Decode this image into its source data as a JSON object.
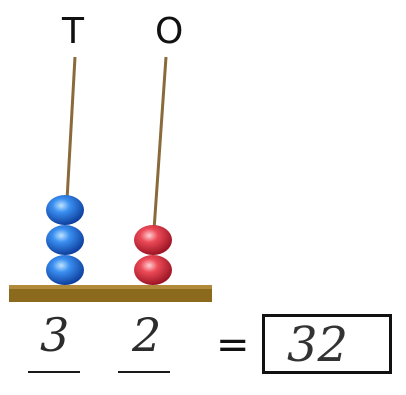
{
  "columns": {
    "tens": {
      "label": "T",
      "beads": 3,
      "bead_color": "#1e63d6"
    },
    "ones": {
      "label": "O",
      "beads": 2,
      "bead_color": "#e23a48"
    }
  },
  "rod_color": "#8a6a3a",
  "base_color": "#8b6a1e",
  "written": {
    "tens_digit": "3",
    "ones_digit": "2",
    "equals": "=",
    "answer": "32"
  }
}
